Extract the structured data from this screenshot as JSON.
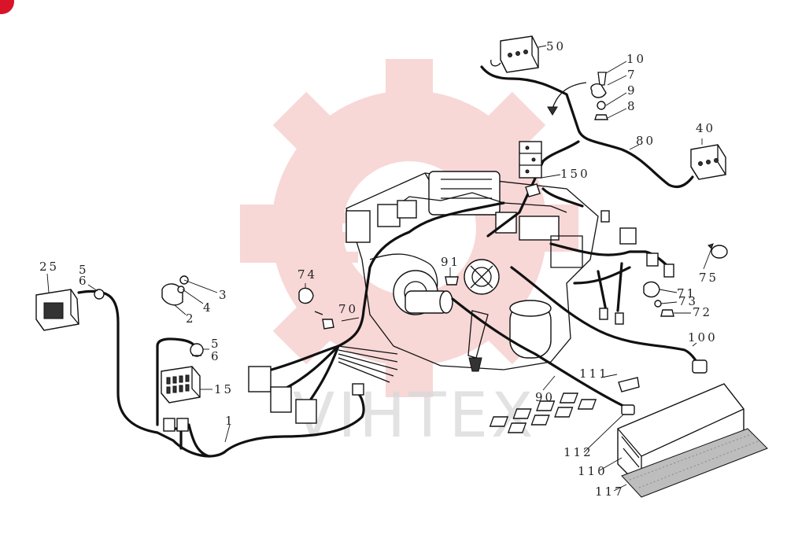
{
  "watermark": {
    "text": "VIHTEX",
    "color": "#e43b3b"
  },
  "colors": {
    "ink": "#111111",
    "badge": "#d8142a",
    "gear": "#f4b8b8"
  },
  "callouts": [
    {
      "id": "50",
      "text": "50"
    },
    {
      "id": "10",
      "text": "10"
    },
    {
      "id": "7",
      "text": "7"
    },
    {
      "id": "9",
      "text": "9"
    },
    {
      "id": "8",
      "text": "8"
    },
    {
      "id": "80",
      "text": "80"
    },
    {
      "id": "40",
      "text": "40"
    },
    {
      "id": "150",
      "text": "150"
    },
    {
      "id": "25",
      "text": "25"
    },
    {
      "id": "5a",
      "text": "5"
    },
    {
      "id": "6a",
      "text": "6"
    },
    {
      "id": "3",
      "text": "3"
    },
    {
      "id": "4",
      "text": "4"
    },
    {
      "id": "2",
      "text": "2"
    },
    {
      "id": "74",
      "text": "74"
    },
    {
      "id": "70",
      "text": "70"
    },
    {
      "id": "91",
      "text": "91"
    },
    {
      "id": "75",
      "text": "75"
    },
    {
      "id": "71",
      "text": "71"
    },
    {
      "id": "73",
      "text": "73"
    },
    {
      "id": "72",
      "text": "72"
    },
    {
      "id": "5b",
      "text": "5"
    },
    {
      "id": "6b",
      "text": "6"
    },
    {
      "id": "15",
      "text": "15"
    },
    {
      "id": "100",
      "text": "100"
    },
    {
      "id": "111",
      "text": "111"
    },
    {
      "id": "90",
      "text": "90"
    },
    {
      "id": "1",
      "text": "1"
    },
    {
      "id": "112",
      "text": "112"
    },
    {
      "id": "110",
      "text": "110"
    },
    {
      "id": "117",
      "text": "117"
    }
  ]
}
